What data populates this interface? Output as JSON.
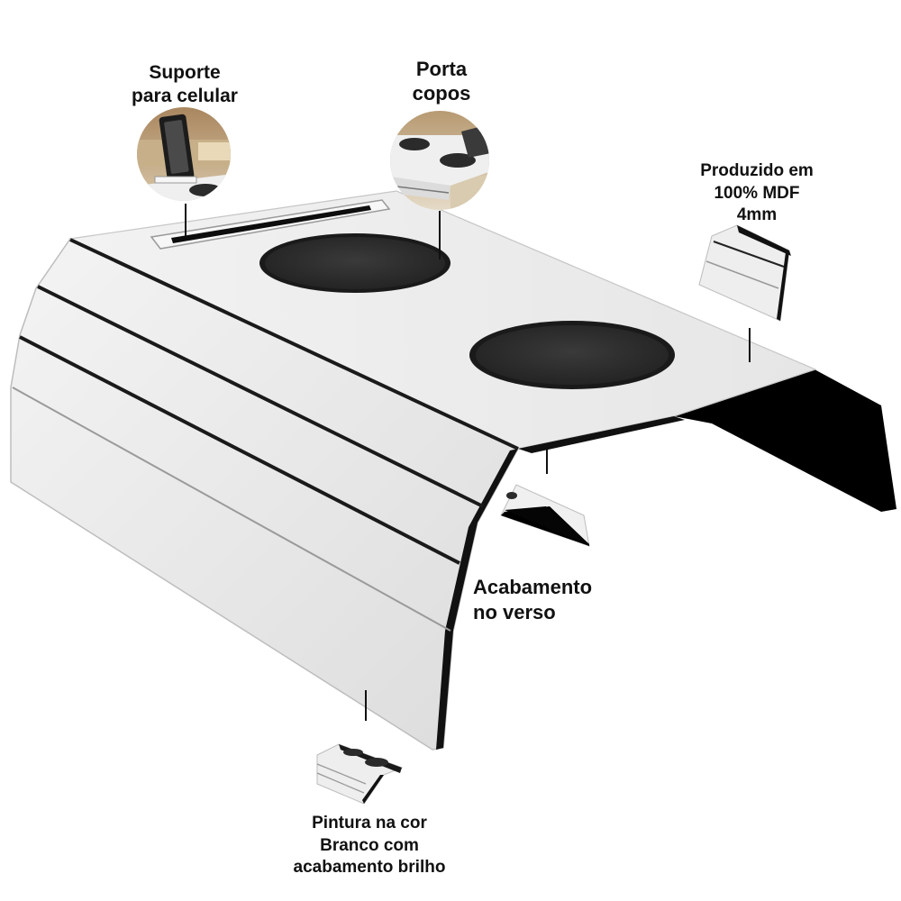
{
  "callouts": {
    "phone_holder": {
      "line1": "Suporte",
      "line2": "para celular"
    },
    "cup_holder": {
      "line1": "Porta",
      "line2": "copos"
    },
    "material": {
      "line1": "Produzido em",
      "line2": "100% MDF",
      "line3": "4mm"
    },
    "back_finish": {
      "line1": "Acabamento",
      "line2": "no verso"
    },
    "paint": {
      "line1": "Pintura na cor",
      "line2": "Branco com",
      "line3": "acabamento brilho"
    }
  },
  "colors": {
    "panel": "#ededed",
    "panel_shade": "#e2e2e2",
    "groove": "#1a1a1a",
    "cup_mat": "#2b2b2b",
    "back_face": "#000000",
    "text": "#111111"
  }
}
